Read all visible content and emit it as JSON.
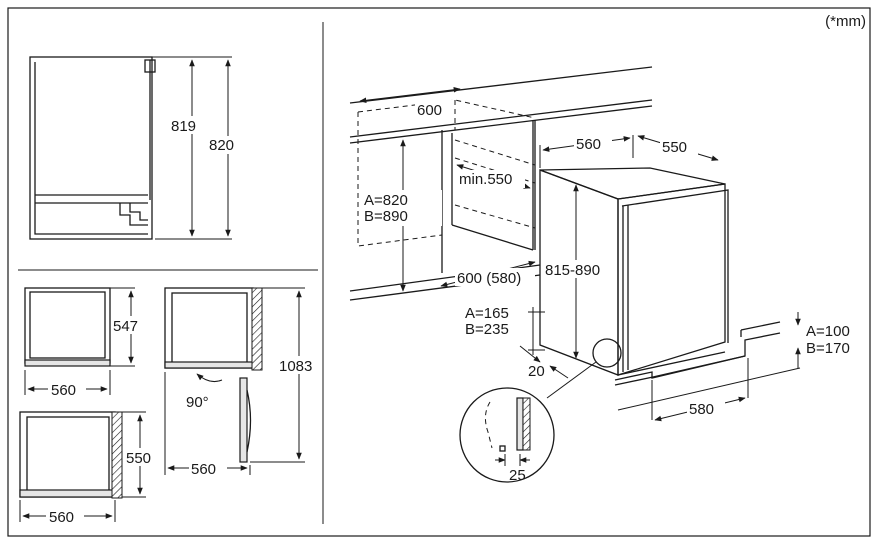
{
  "unit_note": "(*mm)",
  "front_view": {
    "height_inner": "819",
    "height_outer": "820"
  },
  "top_views": {
    "a_depth": "547",
    "a_width": "560",
    "b_depth": "550",
    "b_width": "560",
    "c_swing_depth": "1083",
    "c_angle": "90°",
    "c_width": "560"
  },
  "installation": {
    "niche_width": "600",
    "niche_depth_min": "min.550",
    "niche_height_a": "A=820",
    "niche_height_b": "B=890",
    "niche_depth": "600 (580)",
    "appliance_width": "560",
    "appliance_depth": "550",
    "appliance_height": "815-890",
    "toe_a": "A=165",
    "toe_b": "B=235",
    "gap": "20",
    "plinth_a": "A=100",
    "plinth_b": "B=170",
    "plinth_depth": "580",
    "detail_gap": "25"
  }
}
